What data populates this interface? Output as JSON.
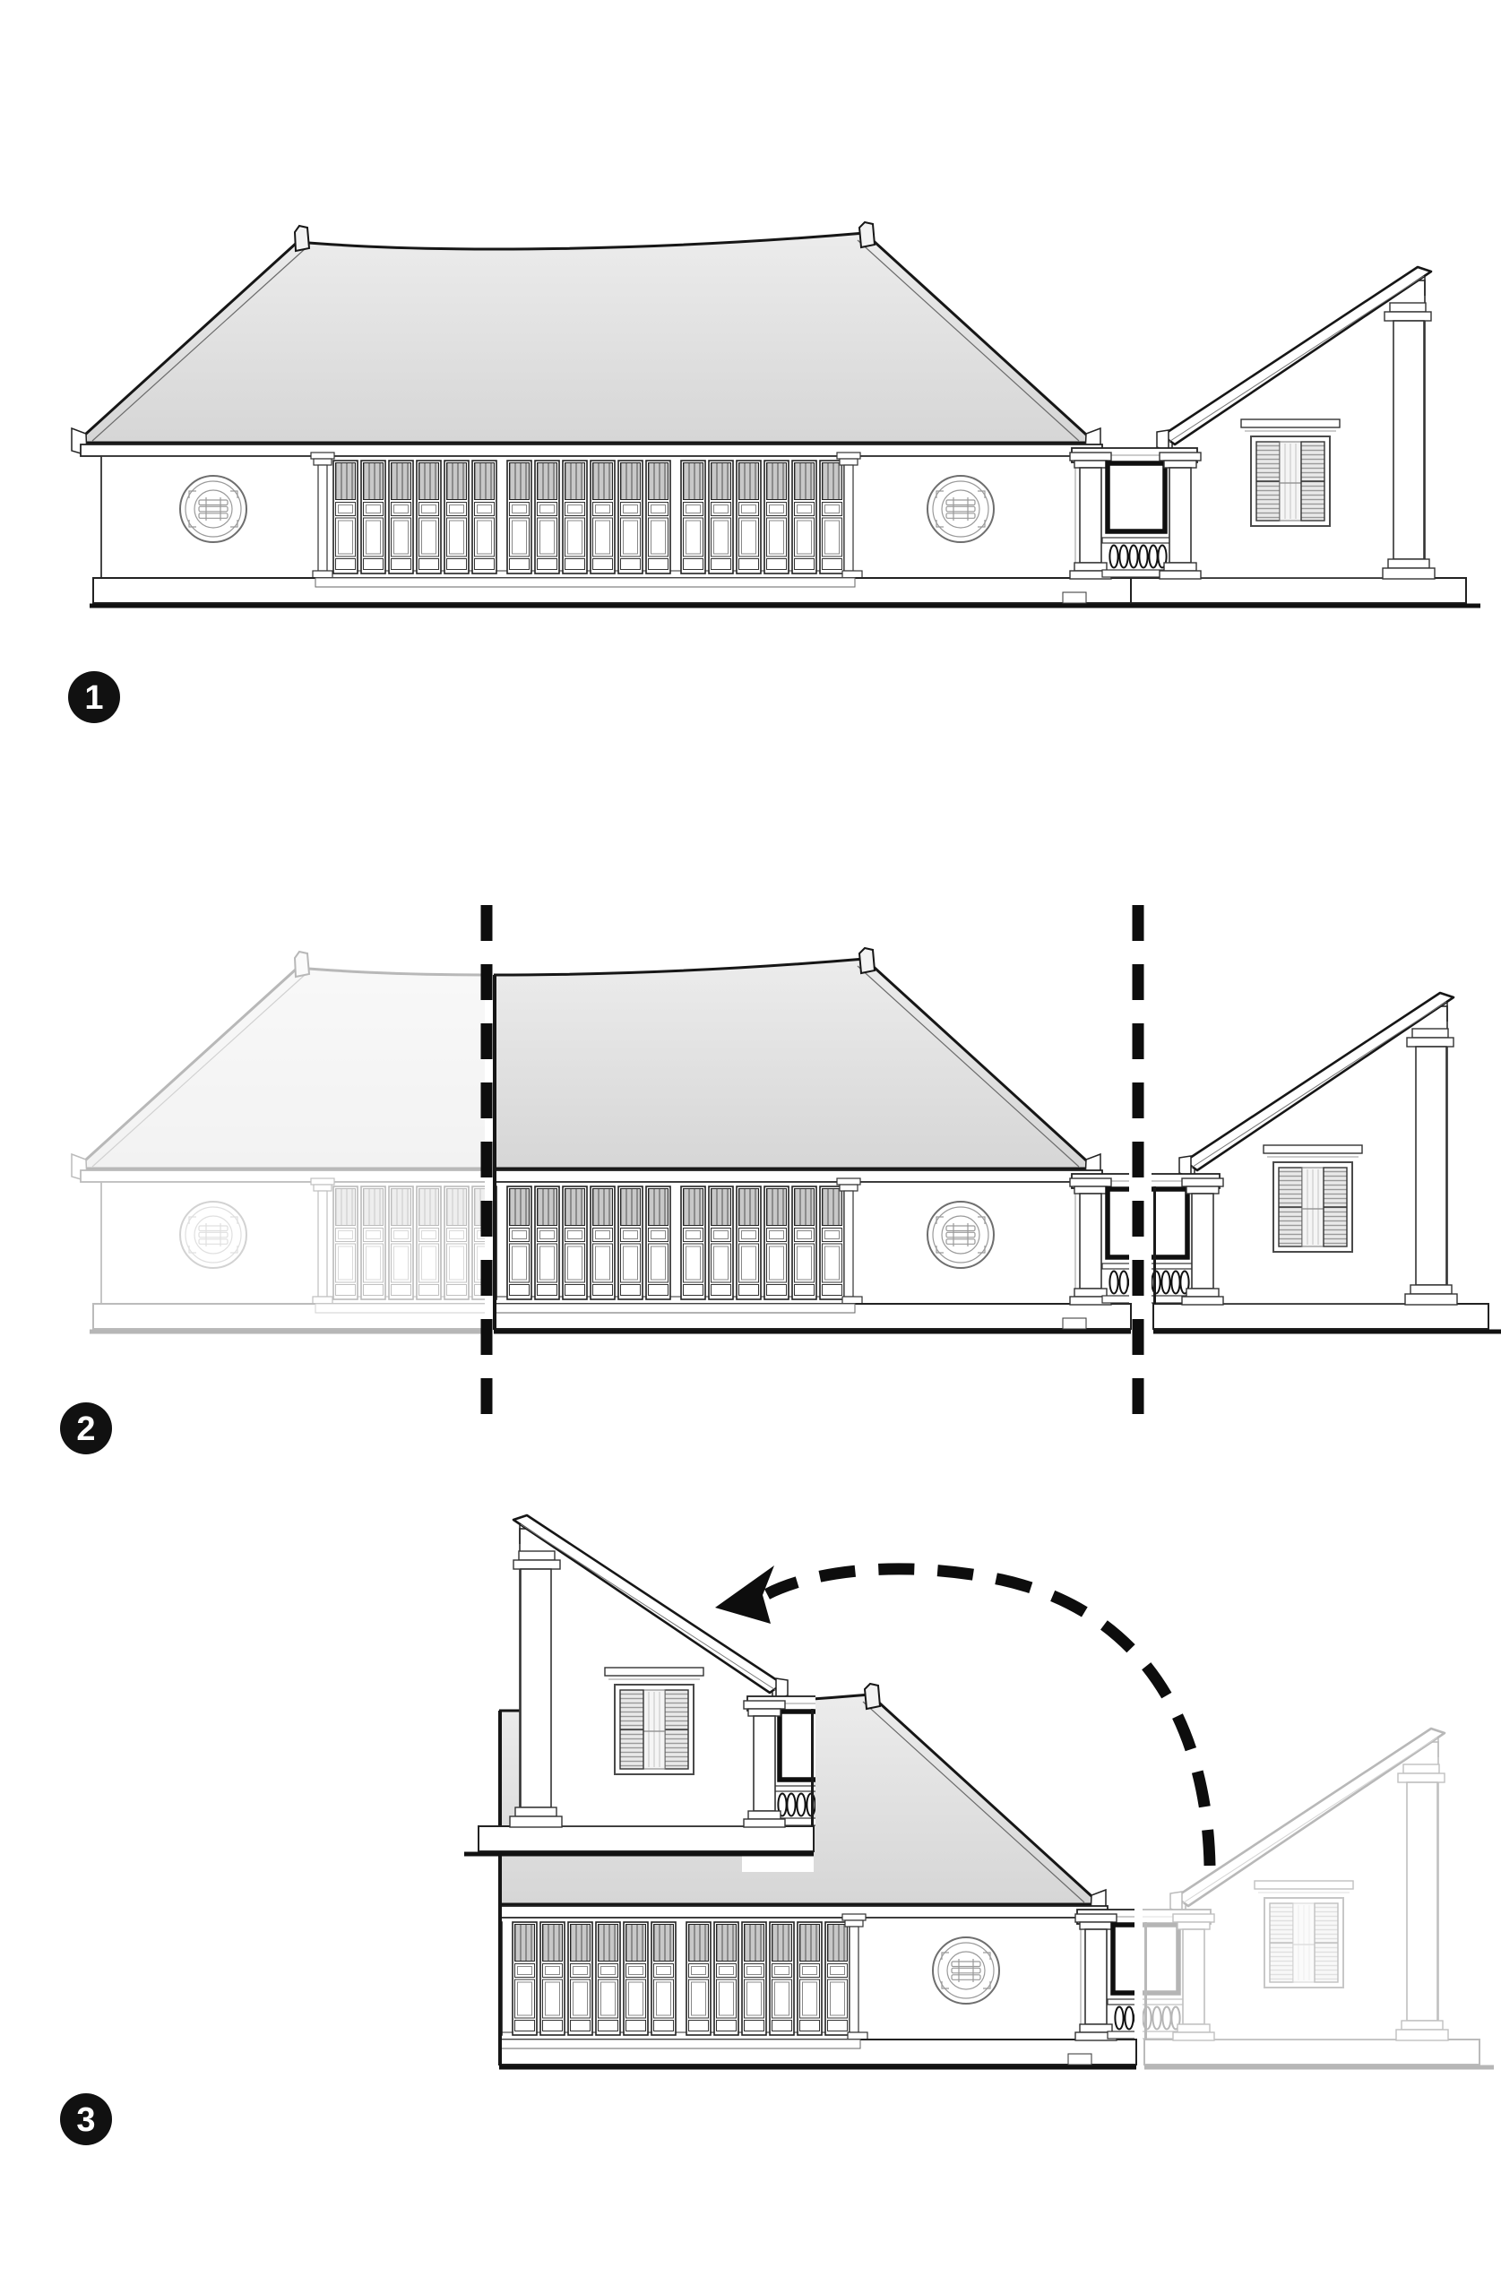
{
  "steps": [
    {
      "label": "1"
    },
    {
      "label": "2"
    },
    {
      "label": "3"
    }
  ],
  "icons": {
    "step_badge": "numbered-circle-badge",
    "cut_line": "vertical-dashed-cut-line",
    "motion_arrow": "curved-dashed-arrow",
    "round_window": "circular-longevity-ornament-window",
    "louver_window": "tall-louvered-shutter-door",
    "annex_window": "shuttered-sash-window",
    "balustrade": "oval-baluster-railing"
  },
  "colors": {
    "background": "#ffffff",
    "line": "#161616",
    "roof_top": "#ebebeb",
    "roof_bottom": "#d6d6d6",
    "louver_fill": "#c8c8c8",
    "louver_stripe": "#8c8c8c",
    "shutter_fill": "#e9e9e9",
    "shutter_stripe": "#9a9a9a",
    "badge_fill": "#111111",
    "badge_text": "#ffffff",
    "dash": "#0d0d0d"
  },
  "figure": {
    "faded_opacity": "0.3"
  }
}
